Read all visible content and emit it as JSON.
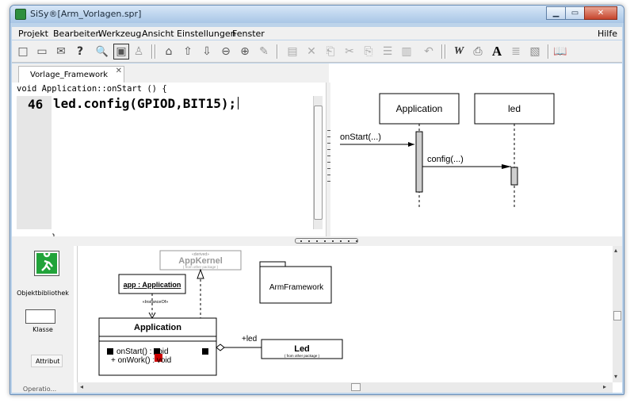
{
  "window": {
    "title": "SiSy®[Arm_Vorlagen.spr]",
    "minimize": "▁",
    "maximize": "▭",
    "close": "✕"
  },
  "menu": [
    "Projekt",
    "Bearbeiten",
    "Werkzeug",
    "Ansicht",
    "Einstellungen",
    "Fenster"
  ],
  "menu_help": "Hilfe",
  "toolbar_glyphs": {
    "new": "□",
    "open": "▭",
    "mail": "✉",
    "help": "?",
    "find": "🔍",
    "active": "▣",
    "home": "⌂",
    "up": "⇧",
    "down": "⇩",
    "zoom_out": "⊖",
    "zoom_in": "⊕",
    "delete": "✕",
    "cut": "✂",
    "copy": "⎘",
    "undo": "↶",
    "bold_w": "W",
    "font_a": "A",
    "book": "📖"
  },
  "tab": {
    "label": "Vorlage_Framework",
    "close": "✕"
  },
  "editor": {
    "header": "void Application::onStart () {",
    "line_number": "46",
    "code": "led.config(GPIOD,BIT15);",
    "closing_brace": "}"
  },
  "sequence": {
    "lifeline_app": "Application",
    "lifeline_led": "led",
    "msg_onstart": "onStart(...)",
    "msg_config": "config(...)"
  },
  "library": {
    "objektbibliothek": "Objektbibliothek",
    "klasse": "Klasse",
    "attribut": "Attribut",
    "operation": "Operatio..."
  },
  "classdiagram": {
    "appkernel_stereo": "«derived»",
    "appkernel_name": "AppKernel",
    "appkernel_sub": "( from other package )",
    "instance_label": "app : Application",
    "instanceof_label": "«InstanceOf»",
    "package_name": "ArmFramework",
    "class_name": "Application",
    "op1": "onStart() : void",
    "op2": "+ onWork() : void",
    "assoc_label": "+led",
    "led_name": "Led",
    "led_sub": "( from other package )"
  },
  "colors": {
    "accent_red": "#cc0000",
    "lifeline_fill": "#cfcfcf"
  }
}
